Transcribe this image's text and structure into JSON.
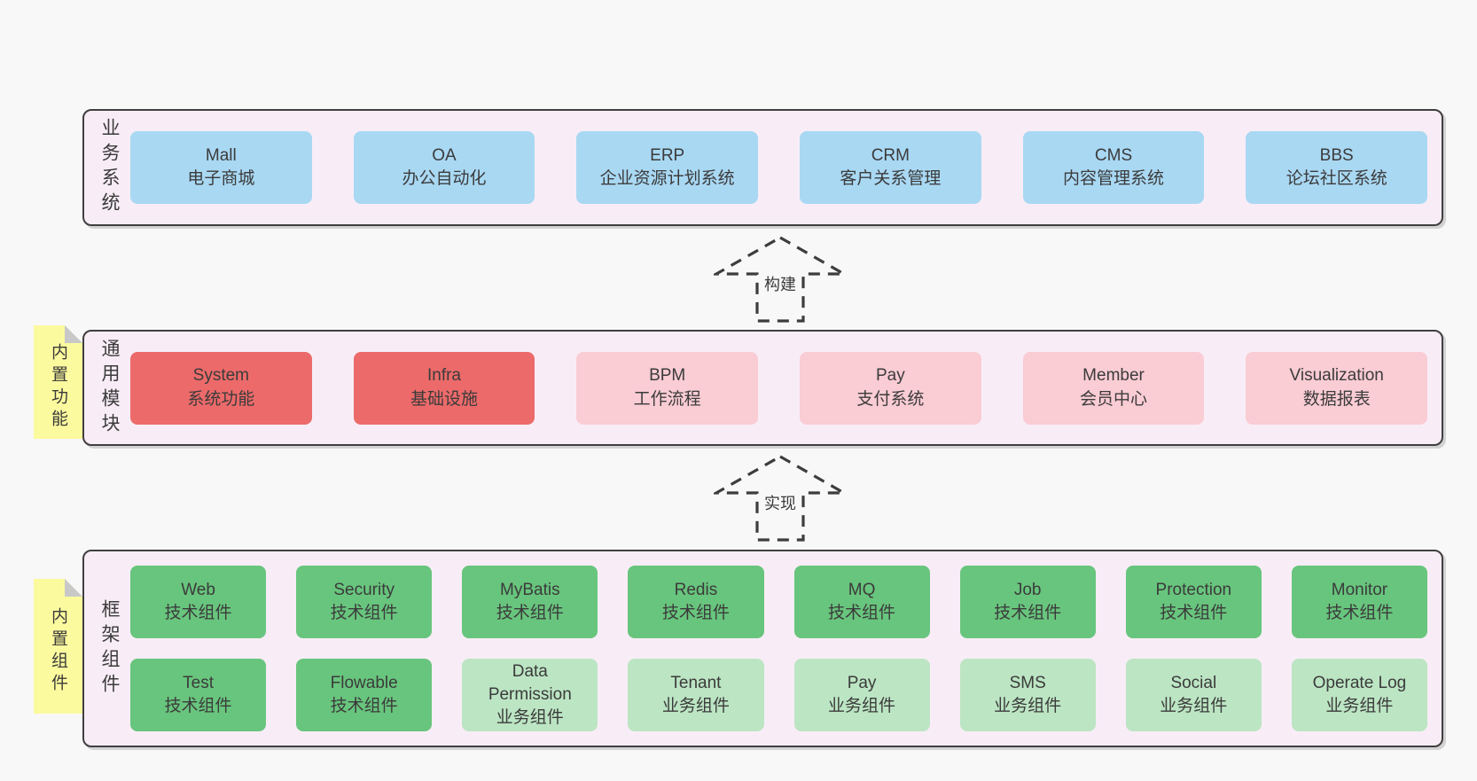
{
  "colors": {
    "page": "#f8f8f8",
    "band": "#f8edf6",
    "border": "#3f3f3f",
    "text": "#3b3b3b",
    "arrow": "#3d3d3d",
    "blue": "#a9d8f3",
    "red": "#ed6a6a",
    "pink": "#faccd4",
    "green": "#68c57d",
    "lightgreen": "#bce5c3",
    "sticky": "#fcfa9e",
    "fold": "#c8c8c8"
  },
  "diagram": {
    "bands": {
      "business": {
        "label": "业务系统",
        "boxes": [
          {
            "name": "Mall",
            "subtitle": "电子商城"
          },
          {
            "name": "OA",
            "subtitle": "办公自动化"
          },
          {
            "name": "ERP",
            "subtitle": "企业资源计划系统"
          },
          {
            "name": "CRM",
            "subtitle": "客户关系管理"
          },
          {
            "name": "CMS",
            "subtitle": "内容管理系统"
          },
          {
            "name": "BBS",
            "subtitle": "论坛社区系统"
          }
        ]
      },
      "modules": {
        "label": "通用模块",
        "sticky": "内置功能",
        "boxes": [
          {
            "name": "System",
            "subtitle": "系统功能"
          },
          {
            "name": "Infra",
            "subtitle": "基础设施"
          },
          {
            "name": "BPM",
            "subtitle": "工作流程"
          },
          {
            "name": "Pay",
            "subtitle": "支付系统"
          },
          {
            "name": "Member",
            "subtitle": "会员中心"
          },
          {
            "name": "Visualization",
            "subtitle": "数据报表"
          }
        ]
      },
      "framework": {
        "label": "框架组件",
        "sticky": "内置组件",
        "rows": [
          [
            {
              "name": "Web",
              "subtitle": "技术组件"
            },
            {
              "name": "Security",
              "subtitle": "技术组件"
            },
            {
              "name": "MyBatis",
              "subtitle": "技术组件"
            },
            {
              "name": "Redis",
              "subtitle": "技术组件"
            },
            {
              "name": "MQ",
              "subtitle": "技术组件"
            },
            {
              "name": "Job",
              "subtitle": "技术组件"
            },
            {
              "name": "Protection",
              "subtitle": "技术组件"
            },
            {
              "name": "Monitor",
              "subtitle": "技术组件"
            }
          ],
          [
            {
              "name": "Test",
              "subtitle": "技术组件"
            },
            {
              "name": "Flowable",
              "subtitle": "技术组件"
            },
            {
              "name": "Data Permission",
              "subtitle": "业务组件"
            },
            {
              "name": "Tenant",
              "subtitle": "业务组件"
            },
            {
              "name": "Pay",
              "subtitle": "业务组件"
            },
            {
              "name": "SMS",
              "subtitle": "业务组件"
            },
            {
              "name": "Social",
              "subtitle": "业务组件"
            },
            {
              "name": "Operate Log",
              "subtitle": "业务组件"
            }
          ]
        ]
      }
    },
    "arrows": [
      {
        "label": "构建"
      },
      {
        "label": "实现"
      }
    ]
  }
}
